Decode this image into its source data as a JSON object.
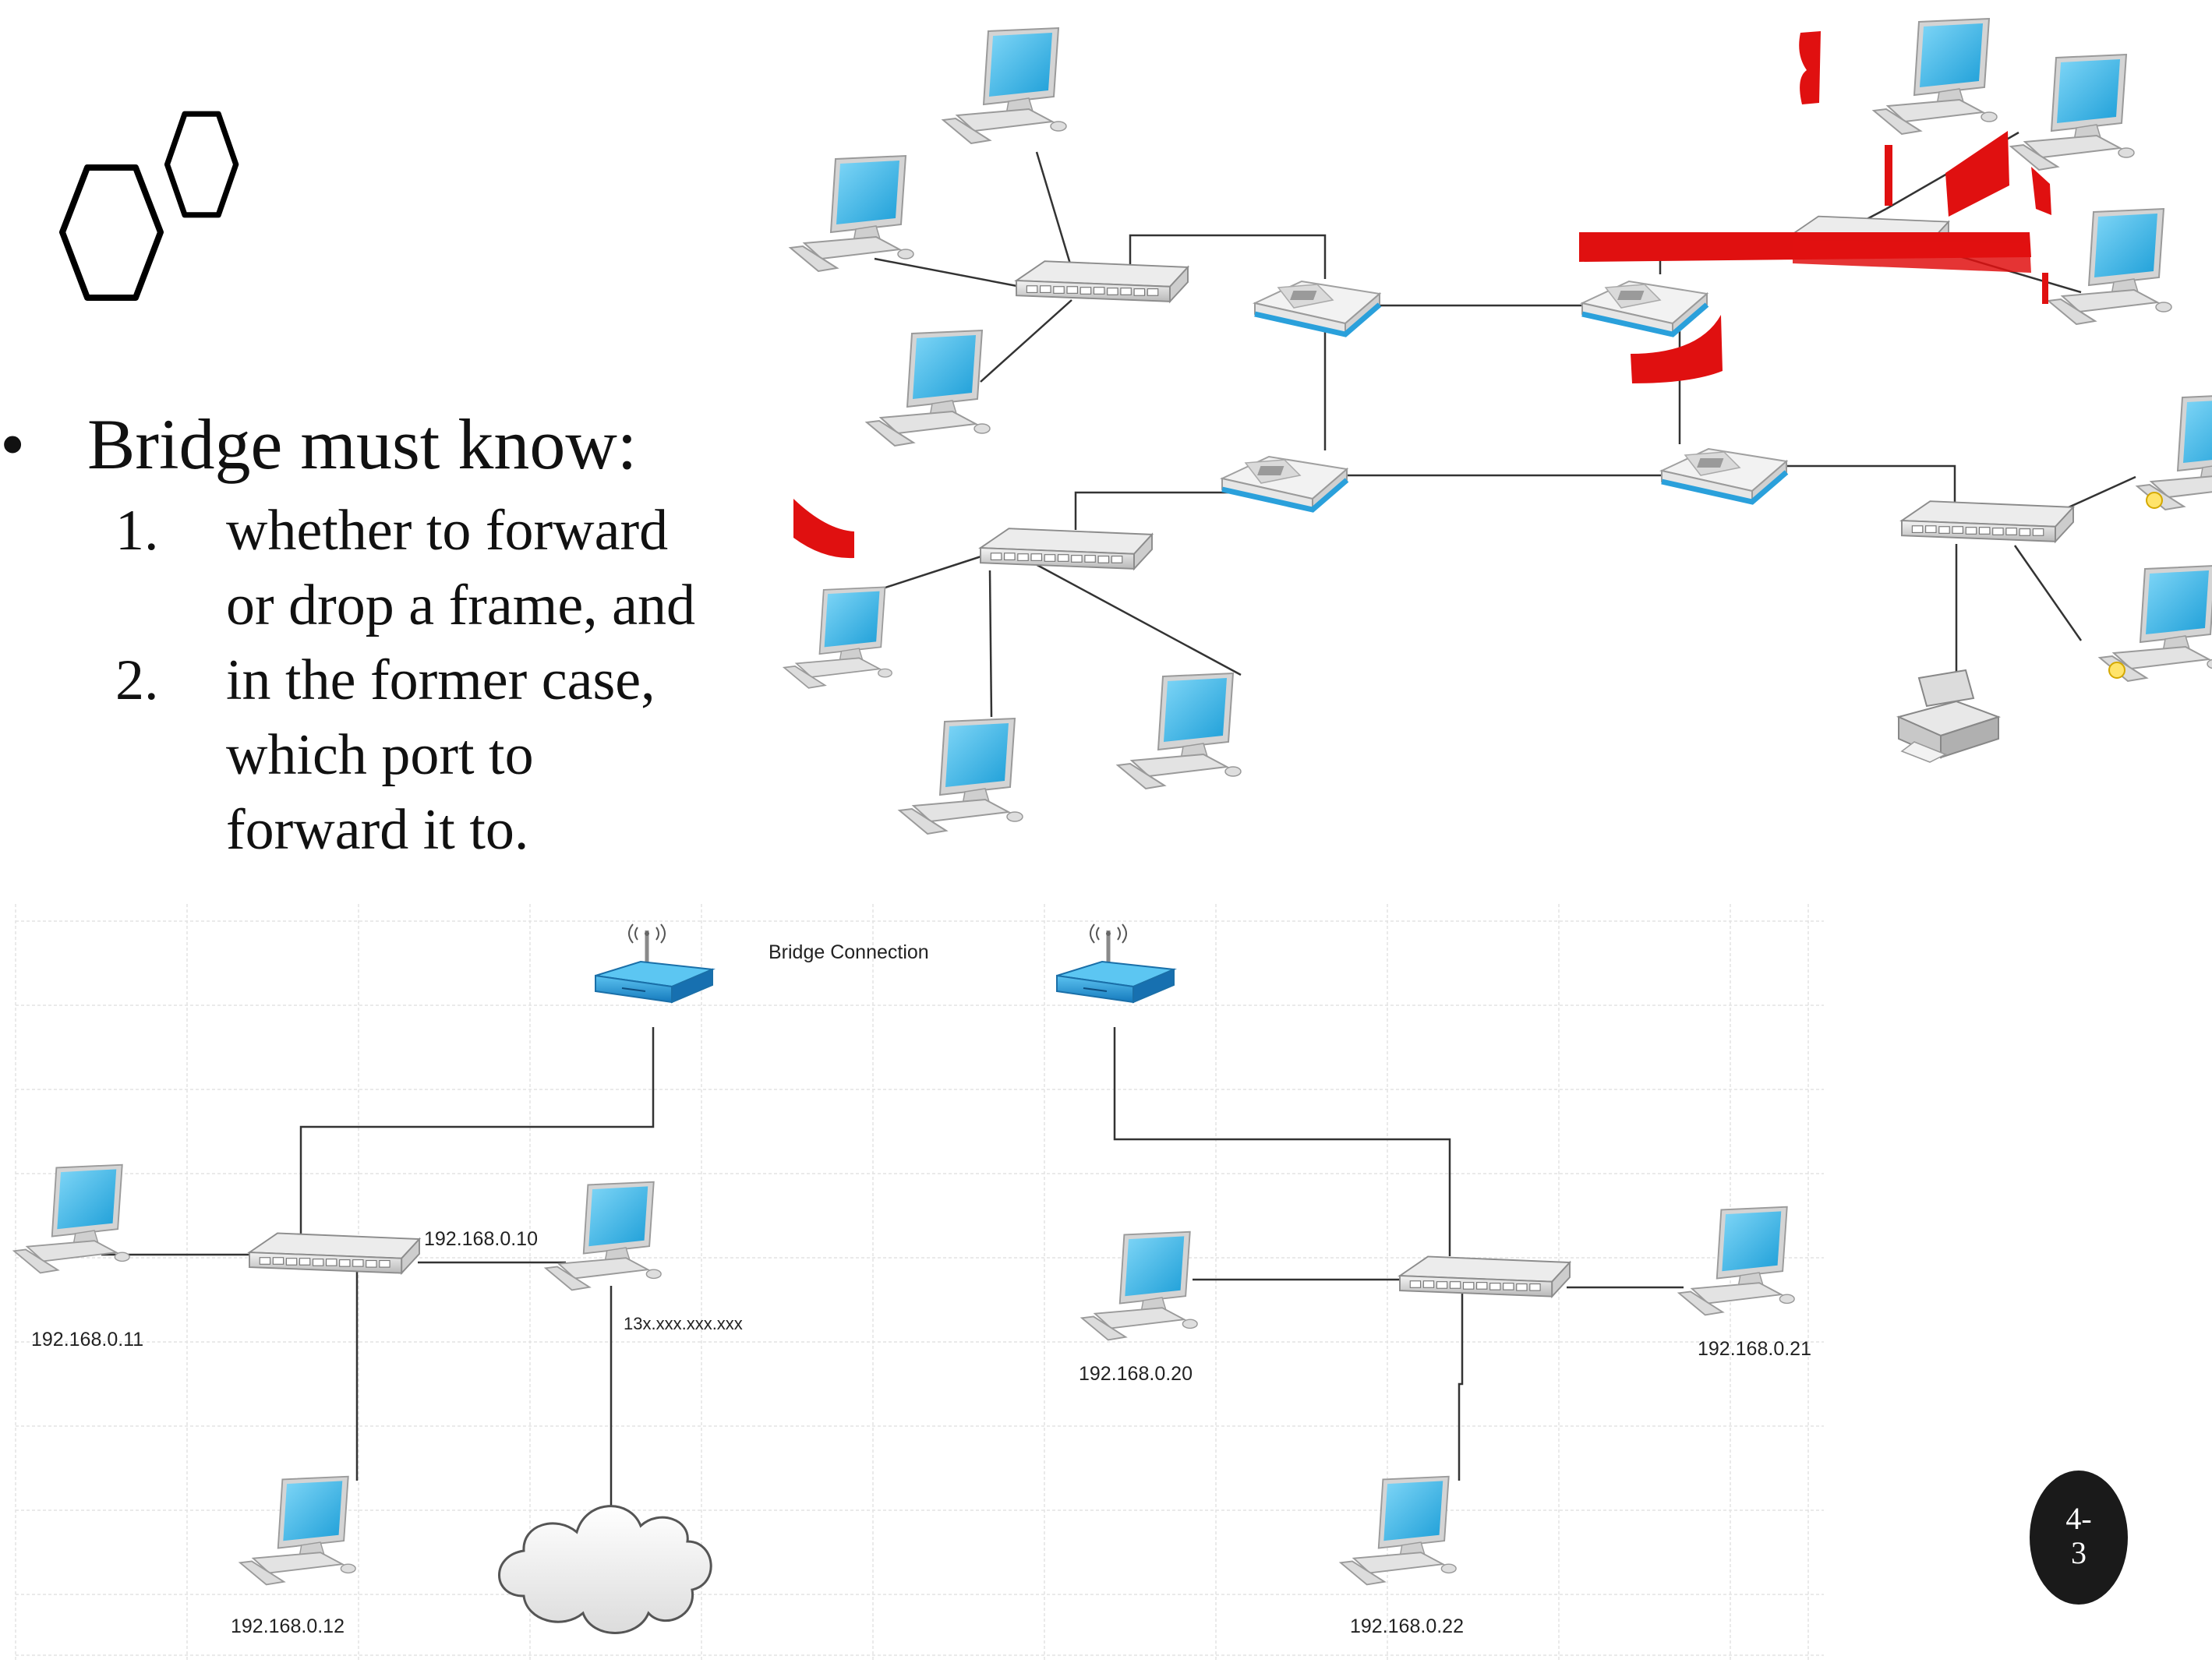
{
  "slide": {
    "heading": "Bridge must know:",
    "bullet_symbol": "•",
    "items": [
      {
        "num": "1.",
        "lines": [
          "whether to forward",
          "or drop a frame, and"
        ]
      },
      {
        "num": "2.",
        "lines": [
          "in the former case,",
          "which port to",
          "forward it to."
        ]
      }
    ],
    "page_number": {
      "top": "4-",
      "bottom": "3"
    }
  },
  "bottom_diagram": {
    "title": "Bridge Connection",
    "labels": {
      "ip_10": "192.168.0.10",
      "ip_11": "192.168.0.11",
      "ip_12": "192.168.0.12",
      "ip_public": "13x.xxx.xxx.xxx",
      "ip_20": "192.168.0.20",
      "ip_21": "192.168.0.21",
      "ip_22": "192.168.0.22"
    }
  },
  "icons": [
    "hexagon-logo-icon",
    "computer-icon",
    "switch-icon",
    "router-icon",
    "wireless-router-icon",
    "printer-icon",
    "cloud-icon"
  ],
  "colors": {
    "monitor_screen": "#35b4ea",
    "router_trim": "#2aa0db",
    "annotation_red": "#e01010",
    "badge_bg": "#1a1a1a"
  }
}
